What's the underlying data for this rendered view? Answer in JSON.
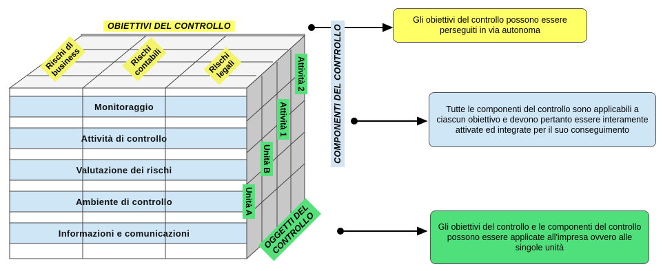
{
  "objectives_header": "OBIETTIVI DEL CONTROLLO",
  "objectives": [
    {
      "line1": "Rischi di",
      "line2": "business"
    },
    {
      "line1": "Rischi",
      "line2": "contabili"
    },
    {
      "line1": "Rischi",
      "line2": "legali"
    }
  ],
  "components": [
    "Monitoraggio",
    "Attività di controllo",
    "Valutazione dei rischi",
    "Ambiente di controllo",
    "Informazioni e comunicazioni"
  ],
  "components_header": "COMPONENTI DEL CONTROLLO",
  "units": [
    "Unità A",
    "Unità B",
    "Attività 1",
    "Attività 2"
  ],
  "objects_header": {
    "line1": "OGGETTI DEL",
    "line2": "CONTROLLO"
  },
  "callouts": [
    {
      "text": "Gli obiettivi del controllo possono essere perseguiti in via autonoma",
      "color": "#ffff66"
    },
    {
      "text": "Tutte le componenti del controllo sono applicabili a ciascun obiettivo e devono pertanto essere interamente attivate ed integrate per il suo conseguimento",
      "color": "#cfe6f7"
    },
    {
      "text": "Gli obiettivi del controllo e le componenti del controllo possono essere applicate all'impresa ovvero alle singole unità",
      "color": "#4fe07c"
    }
  ]
}
